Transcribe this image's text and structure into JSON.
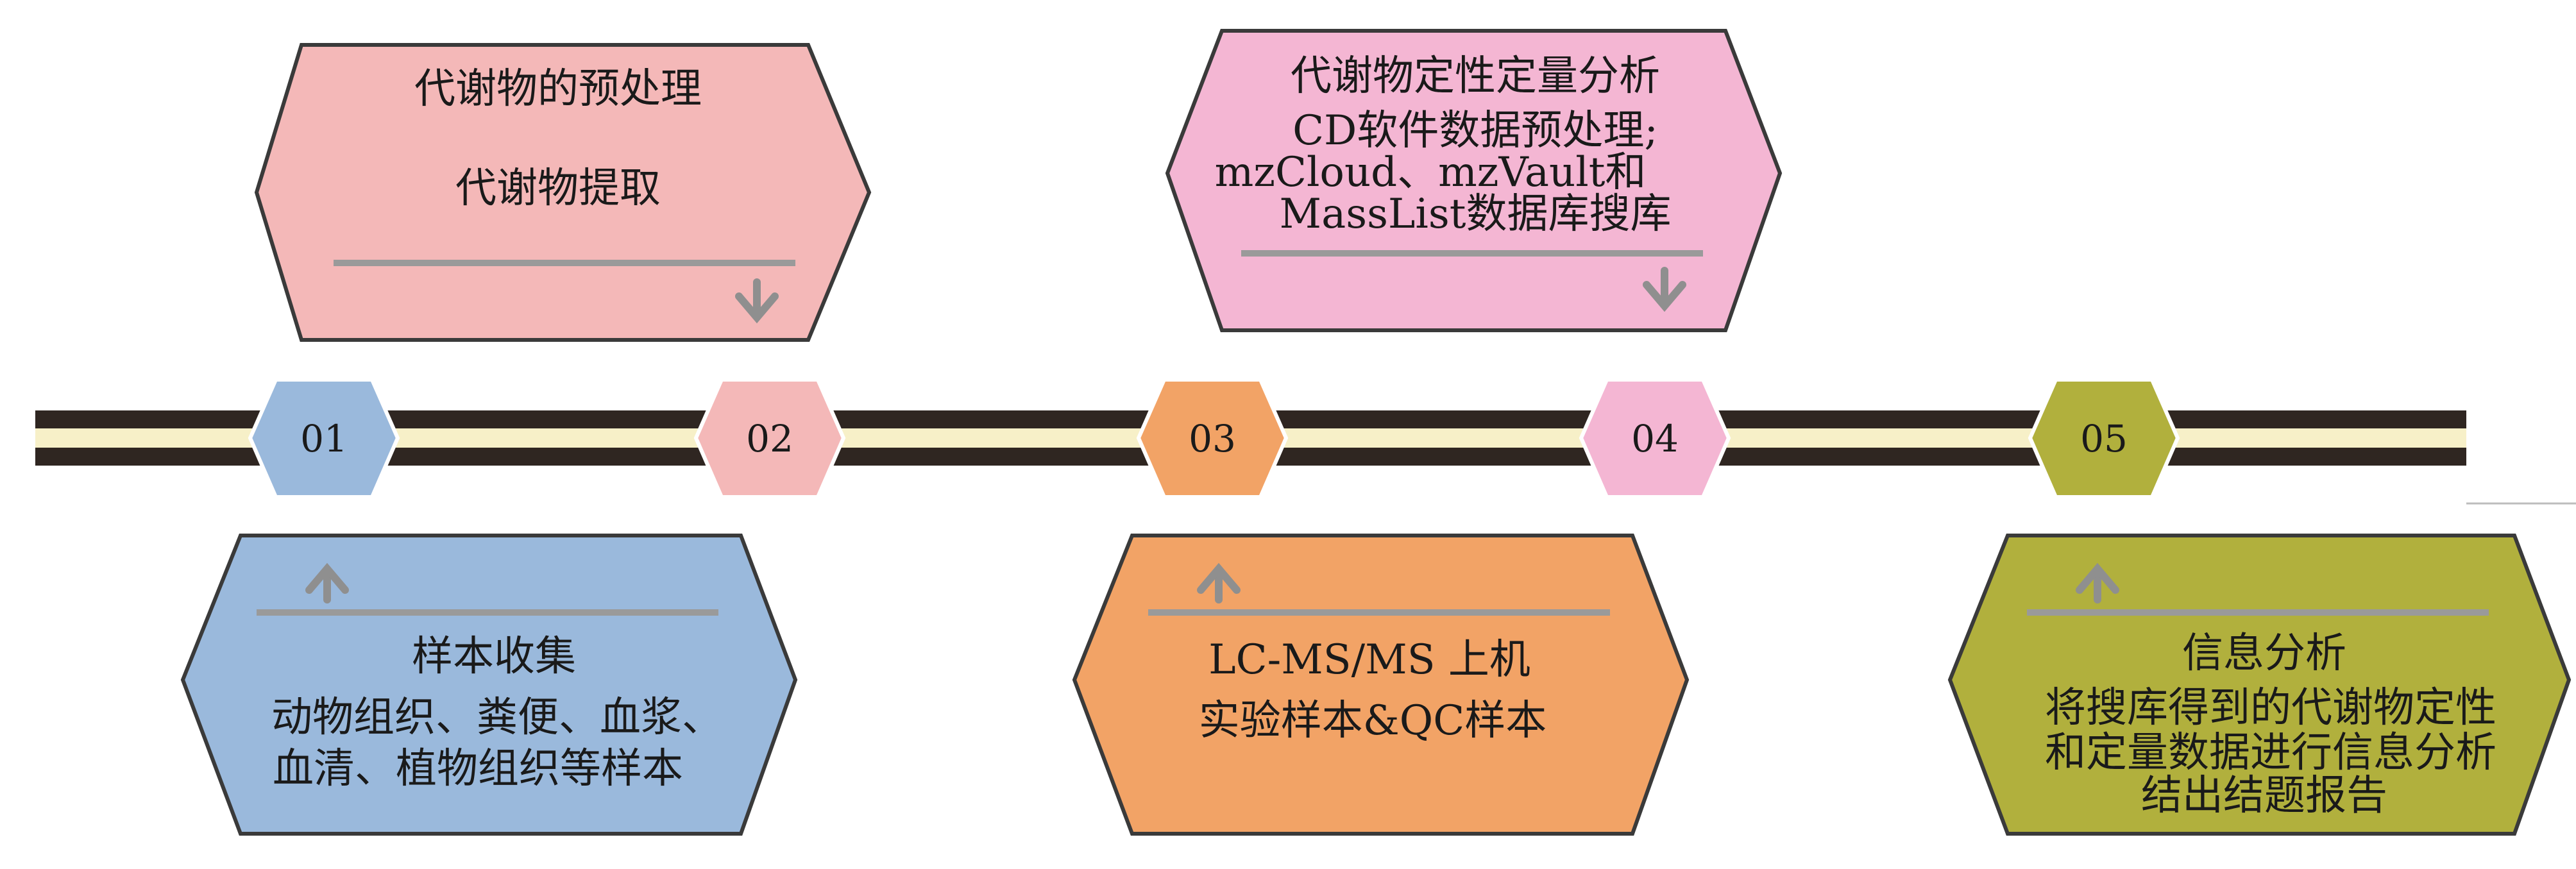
{
  "nodes": [
    {
      "id": "node-01",
      "label": "01",
      "color": "#9ab9dc"
    },
    {
      "id": "node-02",
      "label": "02",
      "color": "#f4b8b8"
    },
    {
      "id": "node-03",
      "label": "03",
      "color": "#f2a366"
    },
    {
      "id": "node-04",
      "label": "04",
      "color": "#f4b6d3"
    },
    {
      "id": "node-05",
      "label": "05",
      "color": "#b1b03d"
    }
  ],
  "boxes": {
    "pretreatment": {
      "line1": "代谢物的预处理",
      "line2": "代谢物提取",
      "color": "#f4b8b8"
    },
    "qual_quant": {
      "line1": "代谢物定性定量分析",
      "line2": "CD软件数据预处理;",
      "line3": "mzCloud、mzVault和",
      "line4": "MassList数据库搜库",
      "color": "#f4b6d3"
    },
    "sample_collection": {
      "line1": "样本收集",
      "line2": "动物组织、粪便、血浆、",
      "line3": "血清、植物组织等样本",
      "color": "#9ab9dc"
    },
    "lcms": {
      "line1": "LC-MS/MS  上机",
      "line2": "实验样本&QC样本",
      "color": "#f2a366"
    },
    "analysis": {
      "line1": "信息分析",
      "line2": "将搜库得到的代谢物定性",
      "line3": "和定量数据进行信息分析",
      "line4": "结出结题报告",
      "color": "#b1b03d"
    }
  },
  "colors": {
    "track_dark": "#2f2621",
    "track_light": "#f7f0c8",
    "box_border": "#3a3a3a",
    "divider": "#9a9a9a"
  }
}
